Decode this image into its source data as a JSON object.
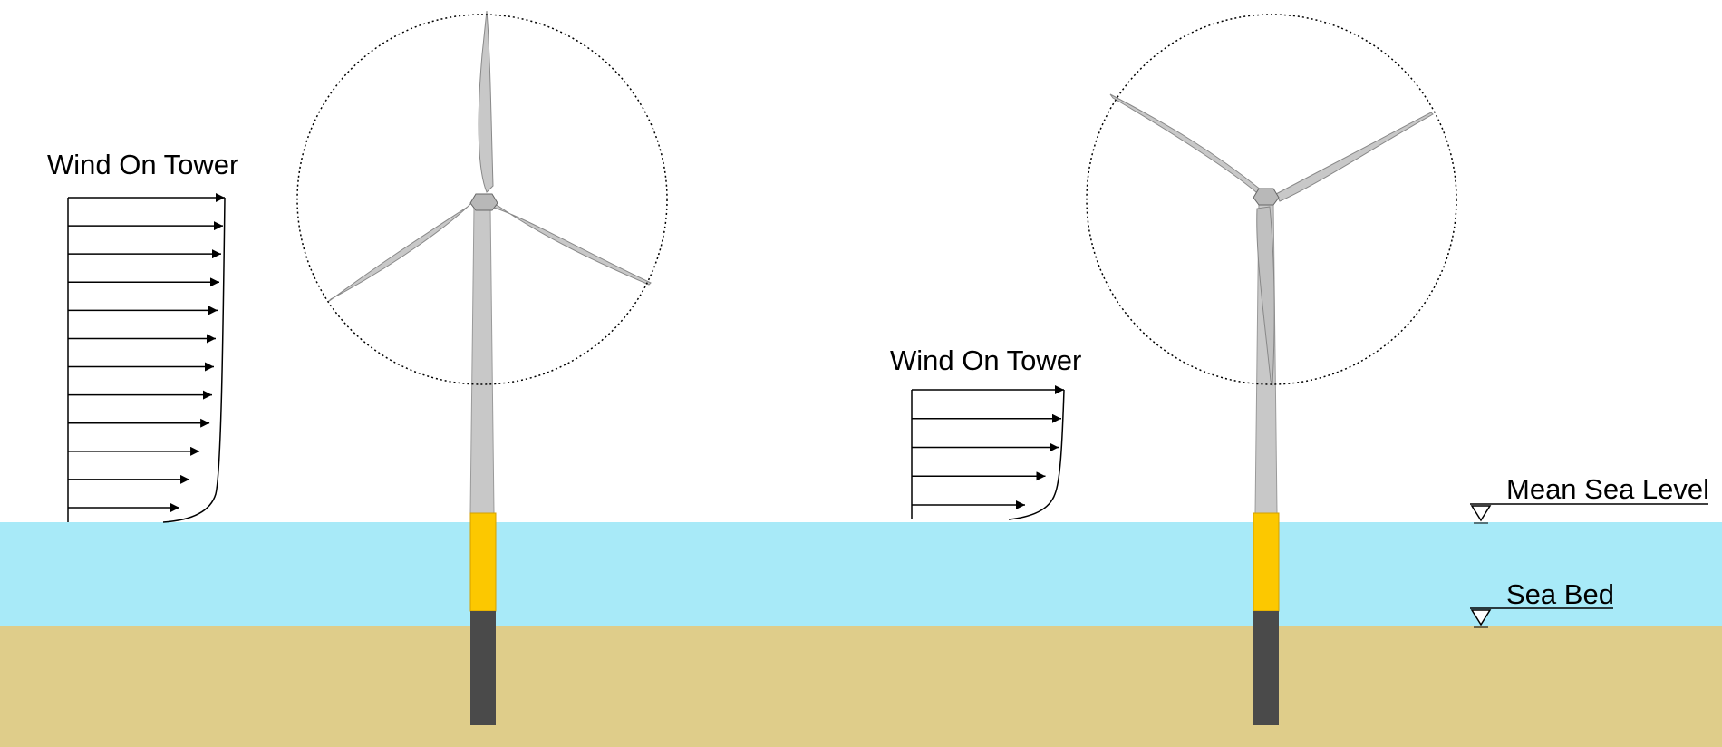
{
  "wind_profiles": [
    {
      "label": "Wind On Tower",
      "arrow_count": 12
    },
    {
      "label": "Wind On Tower",
      "arrow_count": 5
    }
  ],
  "levels": {
    "mean_sea_level": "Mean Sea Level",
    "sea_bed": "Sea Bed"
  },
  "turbines": [
    {
      "rotor_view": "three blades, one pointing up"
    },
    {
      "rotor_view": "three blades, one pointing down"
    }
  ],
  "colors": {
    "sea": "#a8eaf8",
    "seabed": "#dfcd8a",
    "transition_piece": "#fcc800",
    "pile": "#4a4a4a",
    "tower": "#c8c8c8",
    "blade": "#c8c8c8"
  }
}
